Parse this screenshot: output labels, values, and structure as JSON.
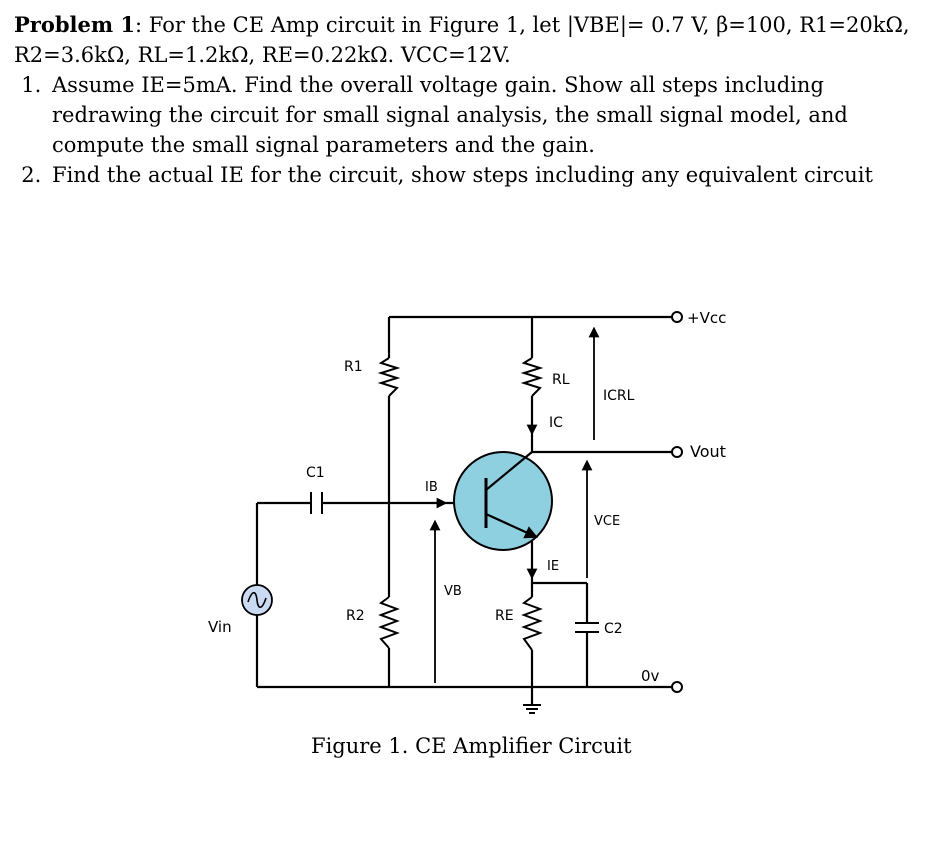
{
  "problem": {
    "heading": "Problem 1",
    "intro_rest": ": For the CE Amp circuit in Figure 1, let |VBE|= 0.7 V, β=100, R1=20kΩ, R2=3.6kΩ, RL=1.2kΩ, RE=0.22kΩ. VCC=12V.",
    "items": [
      "Assume IE=5mA. Find the overall voltage gain. Show all steps including redrawing the circuit for small signal analysis, the small signal model, and compute the small signal parameters and the gain.",
      "Find the actual IE for the circuit, show steps including any equivalent circuit"
    ]
  },
  "figure": {
    "caption": "Figure 1. CE Amplifier Circuit",
    "labels": {
      "vcc": "+Vcc",
      "vout": "Vout",
      "vin": "Vin",
      "ov": "0v",
      "c1": "C1",
      "c2": "C2",
      "r1": "R1",
      "r2": "R2",
      "rl": "RL",
      "re": "RE",
      "ic": "IC",
      "ib": "IB",
      "ie": "IE",
      "vb": "VB",
      "vce": "VCE",
      "icrl": "ICRL"
    },
    "colors": {
      "transistor_fill": "#8ecfe0",
      "source_fill": "#c9daf2",
      "wire": "#000000"
    }
  }
}
